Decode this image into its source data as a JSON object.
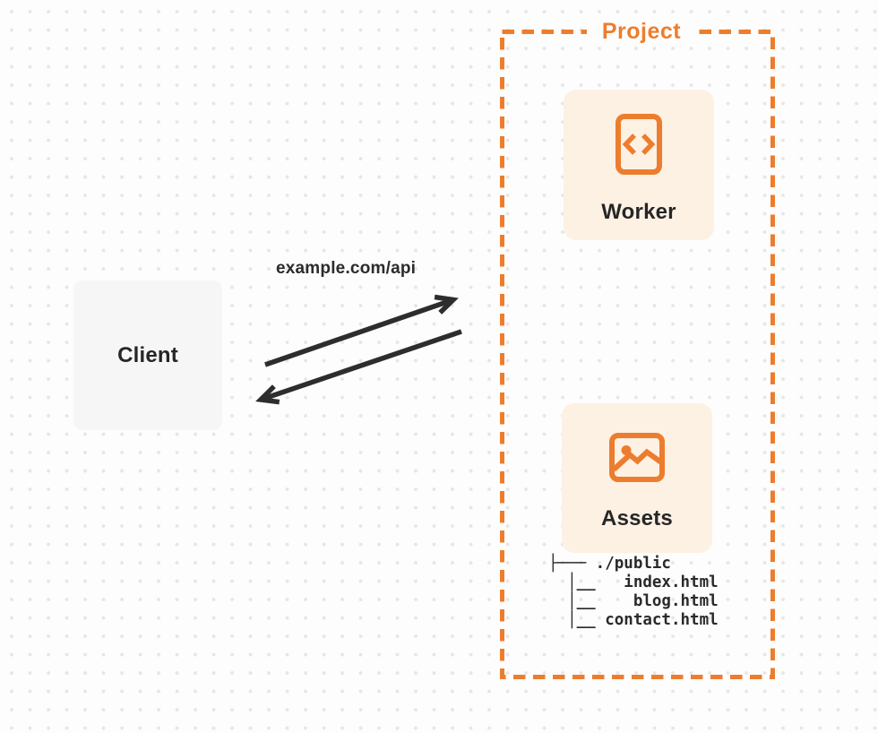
{
  "colors": {
    "accent_orange": "#ED7D2E",
    "card_cream": "#FDF1E4",
    "client_gray": "#F6F6F7",
    "ink": "#2B2B2B",
    "grid_dot": "#E6E6E6"
  },
  "project": {
    "label": "Project",
    "nodes": [
      {
        "id": "worker",
        "label": "Worker",
        "icon": "code-document-icon"
      },
      {
        "id": "assets",
        "label": "Assets",
        "icon": "image-icon"
      }
    ],
    "file_tree": {
      "lines": [
        "├─── ./public",
        "  │__   index.html",
        "  │__    blog.html",
        "  │__ contact.html"
      ]
    }
  },
  "client": {
    "label": "Client"
  },
  "connection": {
    "label": "example.com/api",
    "request_direction": "client-to-project",
    "response_direction": "project-to-client"
  }
}
